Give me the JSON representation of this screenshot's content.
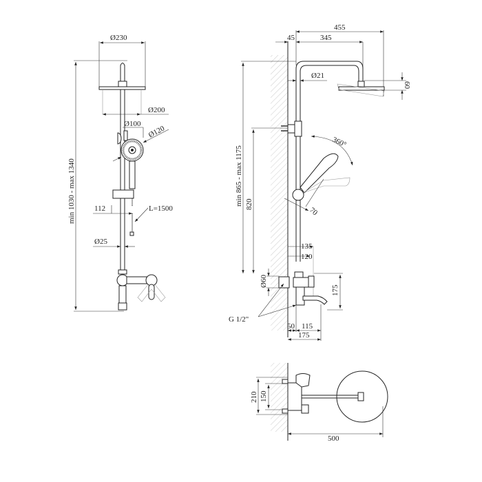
{
  "front_view": {
    "rain_head_outer_dia": "Ø230",
    "rain_head_inner_dia": "Ø200",
    "hand_shower_inner_dia": "Ø100",
    "hand_shower_outer_dia": "Ø120",
    "holder_offset": "112",
    "hose_length": "L=1500",
    "pipe_dia": "Ø25",
    "total_height": "min 1030 - max 1340"
  },
  "side_view": {
    "total_reach": "455",
    "wall_offset": "45",
    "arm_length": "345",
    "arm_pipe_dia": "Ø21",
    "head_height": "60",
    "rotation": "360°",
    "hand_shower_width": "70",
    "height_range": "min 865 - max 1175",
    "bracket_height": "820",
    "mixer_depth_outer": "135",
    "mixer_depth_inner": "120",
    "flange_dia": "Ø60",
    "mixer_height": "175",
    "connection_thread": "G 1/2\"",
    "spout_offset": "50",
    "spout_length": "115",
    "spout_total": "175"
  },
  "top_view": {
    "total_depth": "210",
    "inlet_spacing": "150",
    "arm_length": "500"
  }
}
